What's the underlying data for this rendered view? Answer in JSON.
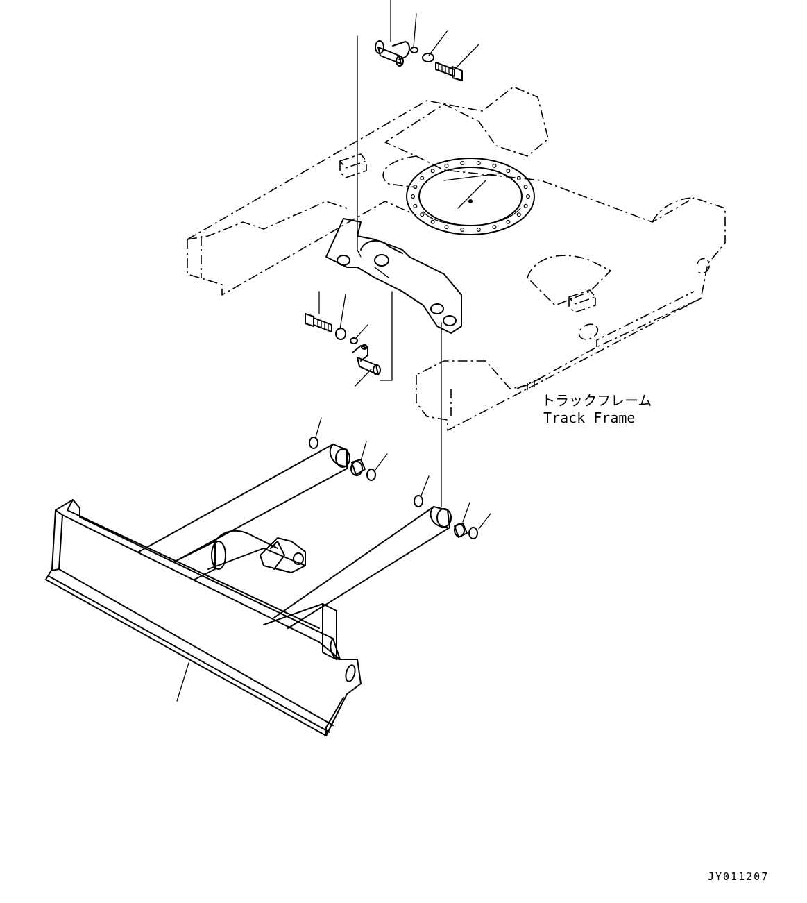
{
  "labels": {
    "track_frame_jp": "トラックフレーム",
    "track_frame_en": "Track Frame"
  },
  "drawing_code": "JY011207"
}
